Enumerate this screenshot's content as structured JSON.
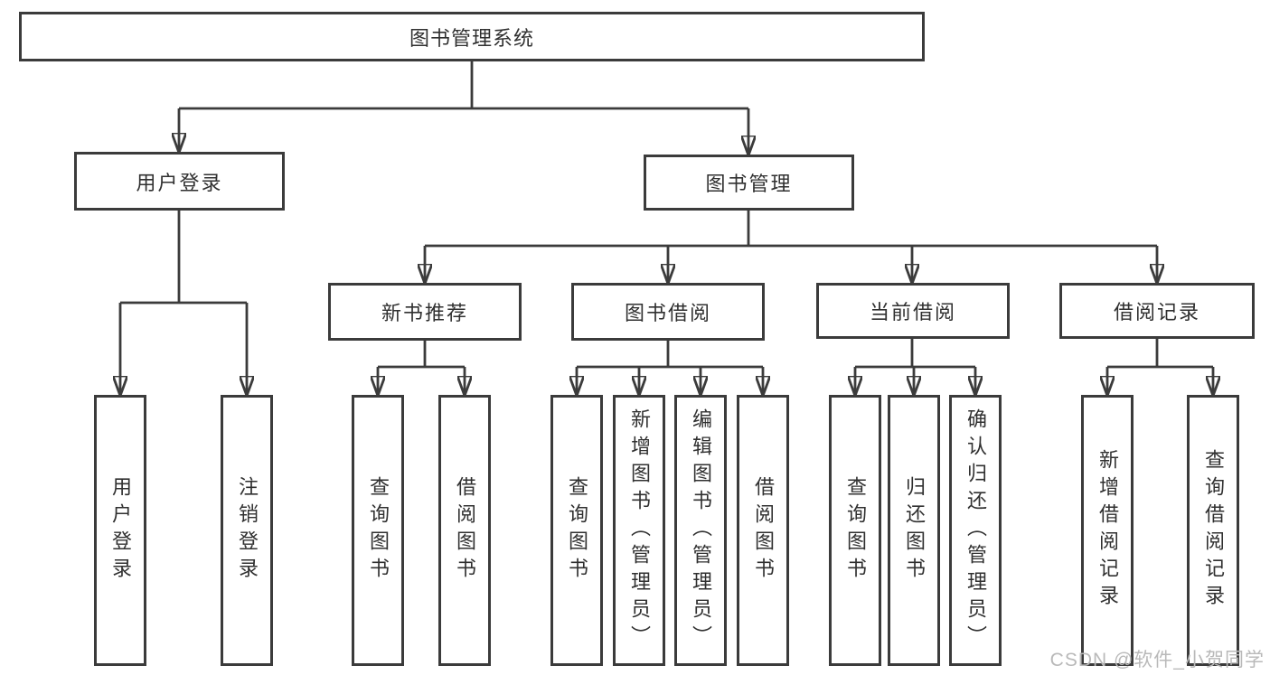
{
  "colors": {
    "background": "#ffffff",
    "line": "#3b3b3b",
    "text": "#303030",
    "watermark": "#b9b9b9"
  },
  "watermark": {
    "text": "CSDN @软件_小贺同学"
  },
  "tree": {
    "root": {
      "label": "图书管理系统"
    },
    "branches": [
      {
        "label": "用户登录",
        "children": [
          {
            "label": "用户登录"
          },
          {
            "label": "注销登录"
          }
        ]
      },
      {
        "label": "图书管理",
        "children": [
          {
            "label": "新书推荐",
            "children": [
              {
                "label": "查询图书"
              },
              {
                "label": "借阅图书"
              }
            ]
          },
          {
            "label": "图书借阅",
            "children": [
              {
                "label": "查询图书"
              },
              {
                "label": "新增图书（管理员）"
              },
              {
                "label": "编辑图书（管理员）"
              },
              {
                "label": "借阅图书"
              }
            ]
          },
          {
            "label": "当前借阅",
            "children": [
              {
                "label": "查询图书"
              },
              {
                "label": "归还图书"
              },
              {
                "label": "确认归还（管理员）"
              }
            ]
          },
          {
            "label": "借阅记录",
            "children": [
              {
                "label": "新增借阅记录"
              },
              {
                "label": "查询借阅记录"
              }
            ]
          }
        ]
      }
    ]
  }
}
